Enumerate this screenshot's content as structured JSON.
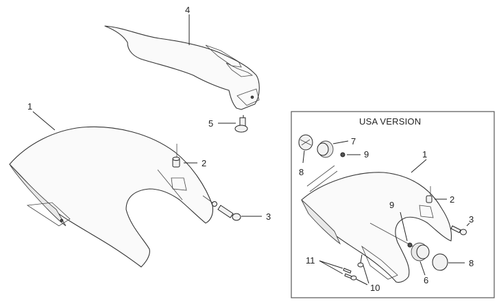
{
  "callouts": {
    "c1": "1",
    "c2": "2",
    "c3": "3",
    "c4": "4",
    "c5": "5",
    "usa_c1": "1",
    "usa_c2": "2",
    "usa_c3": "3",
    "usa_c6": "6",
    "usa_c7": "7",
    "usa_c8_top": "8",
    "usa_c8_bottom": "8",
    "usa_c9_top": "9",
    "usa_c9_mid": "9",
    "usa_c10": "10",
    "usa_c11": "11"
  },
  "usa_box": {
    "title": "USA VERSION"
  }
}
